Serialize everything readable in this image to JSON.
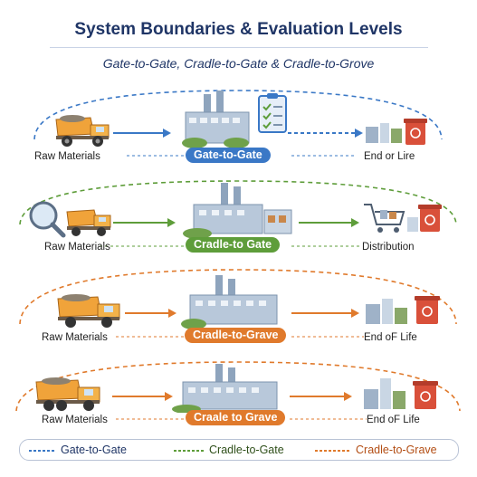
{
  "title": "System Boundaries & Evaluation Levels",
  "subtitle": "Gate-to-Gate, Cradle-to-Gate & Cradle-to-Grove",
  "colors": {
    "blue": "#3a78c6",
    "green": "#5e9d3a",
    "orange": "#e07a2c",
    "navy": "#1f3566"
  },
  "rows": [
    {
      "pill": "Gate-to-Gate",
      "left_label": "Raw Materials",
      "right_label": "End or Lire"
    },
    {
      "pill": "Cradle-to Gate",
      "left_label": "Raw Materials",
      "right_label": "Distribution"
    },
    {
      "pill": "Cradle-to-Grave",
      "left_label": "Raw Materials",
      "right_label": "End oF Life"
    },
    {
      "pill": "Craale to Grave",
      "left_label": "Raw Materials",
      "right_label": "End oF Life"
    }
  ],
  "legend": [
    {
      "label": "Gate-to-Gate",
      "color": "#3a78c6"
    },
    {
      "label": "Cradle-to-Gate",
      "color": "#5e9d3a"
    },
    {
      "label": "Cradle-to-Grave",
      "color": "#e07a2c"
    }
  ]
}
